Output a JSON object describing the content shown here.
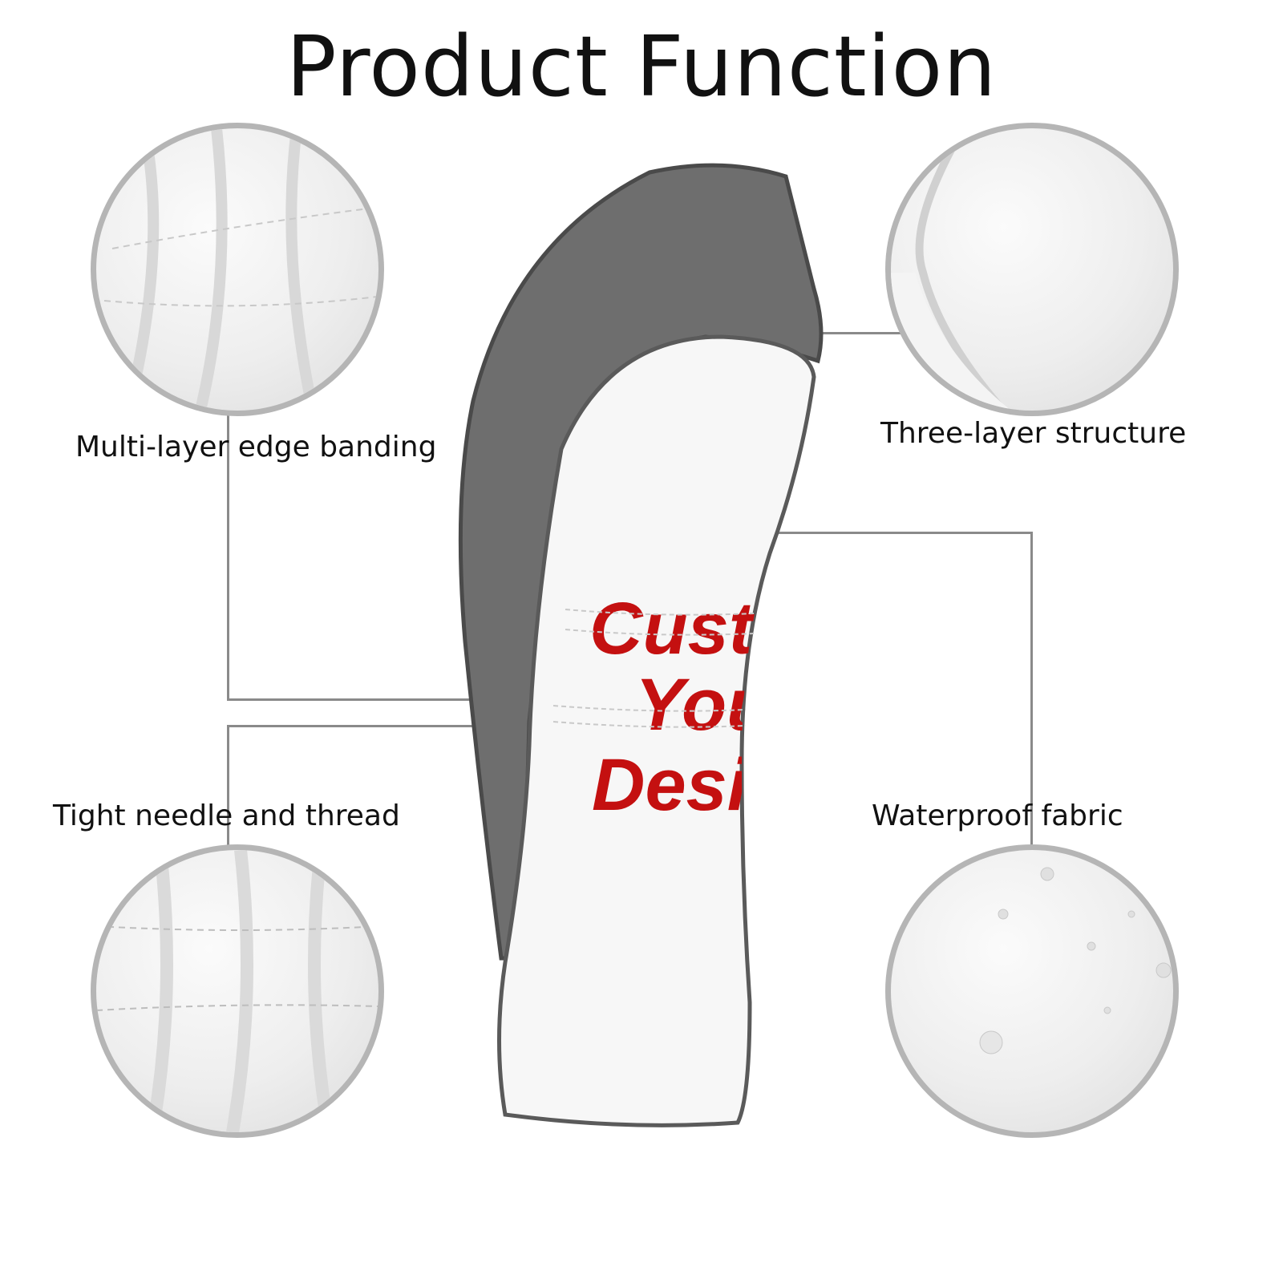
{
  "title": "Product Function",
  "features": [
    {
      "label": "Multi-layer edge banding"
    },
    {
      "label": "Three-layer structure"
    },
    {
      "label": "Tight needle and thread"
    },
    {
      "label": "Waterproof fabric"
    }
  ],
  "product": {
    "print_text": [
      "Custo",
      "Your",
      "Desig"
    ],
    "print_color": "#c41010",
    "accent_color": "#6b6b6b"
  }
}
